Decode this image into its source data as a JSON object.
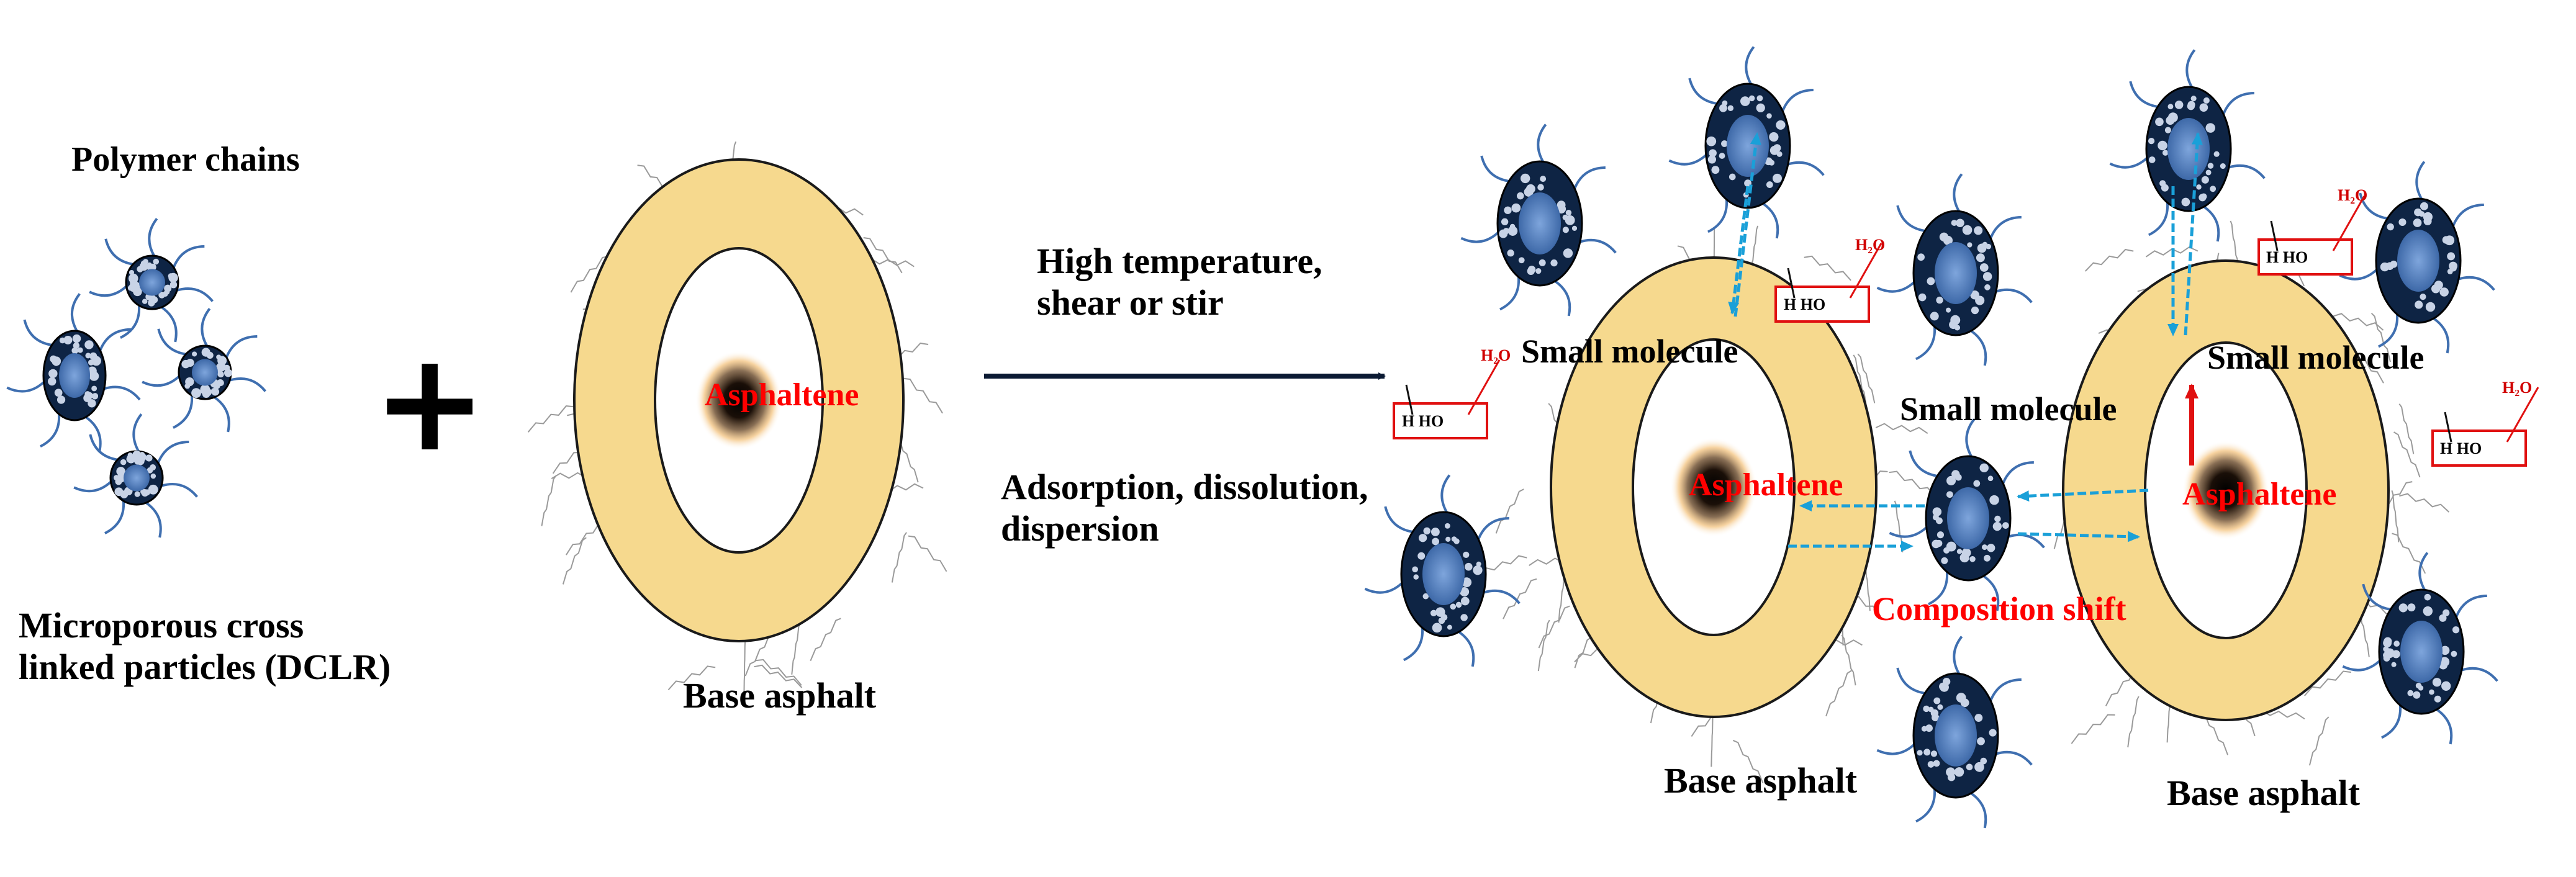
{
  "colors": {
    "ring": "#f6d98e",
    "ring_stroke": "#1a1a1a",
    "particle_fill": "#0e2444",
    "particle_core": "#5b86c4",
    "chain": "#3f6fb0",
    "arrow_main": "#0b1a33",
    "arrow_cyan": "#1aa0d8",
    "arrow_red": "#e01010",
    "label_red": "#ff0000",
    "box_red": "#e01010"
  },
  "left": {
    "polymer_chains": "Polymer chains",
    "particles_label": "Microporous cross\nlinked particles (DCLR)",
    "plus_icon": "+"
  },
  "middle": {
    "asphaltene": "Asphaltene",
    "base_asphalt": "Base asphalt"
  },
  "process": {
    "conditions": "High temperature,\n shear or stir",
    "effects": "Adsorption, dissolution,\ndispersion"
  },
  "right": {
    "small_molecule_1": "Small molecule",
    "small_molecule_2": "Small molecule",
    "small_molecule_3": "Small molecule",
    "asphaltene_1": "Asphaltene",
    "asphaltene_2": "Asphaltene",
    "composition_shift": "Composition shift",
    "base_asphalt_1": "Base asphalt",
    "base_asphalt_2": "Base asphalt",
    "hbond_text": "H   HO",
    "water_text": "H₂O"
  }
}
